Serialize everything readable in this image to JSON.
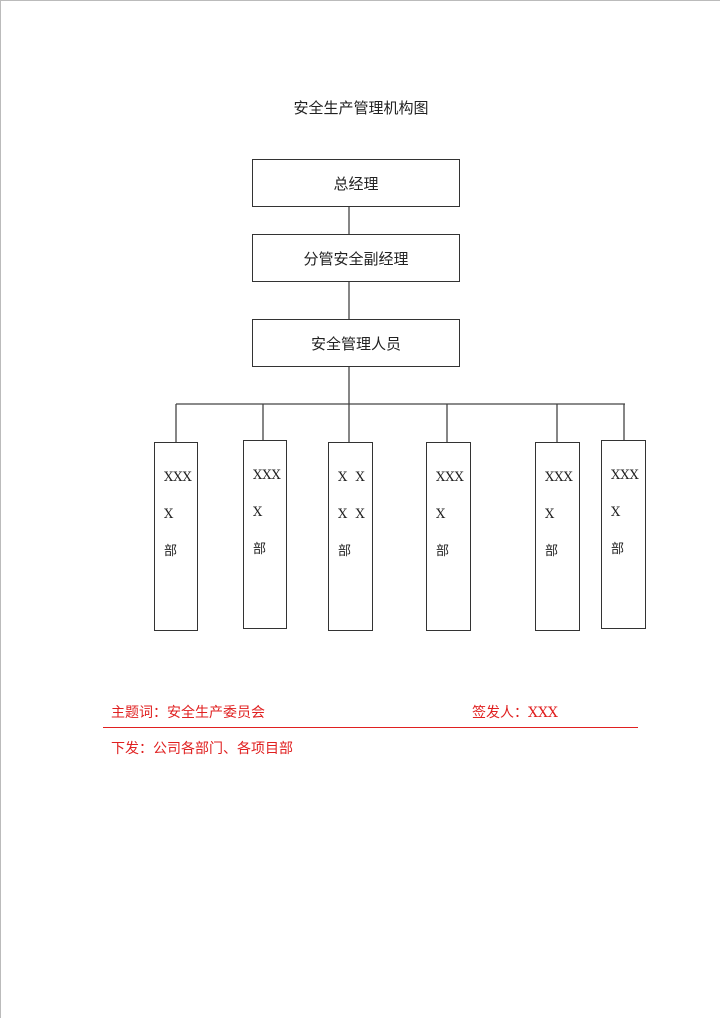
{
  "title": "安全生产管理机构图",
  "chart": {
    "level1": "总经理",
    "level2": "分管安全副经理",
    "level3": "安全管理人员",
    "departments": [
      {
        "line1": "XXX",
        "line2": "X",
        "line3": "部"
      },
      {
        "line1": "XXX",
        "line2": "X",
        "line3": "部"
      },
      {
        "line1": "X  X",
        "line2": "X  X",
        "line3": "部"
      },
      {
        "line1": "XXX",
        "line2": "X",
        "line3": "部"
      },
      {
        "line1": "XXX",
        "line2": "X",
        "line3": "部"
      },
      {
        "line1": "XXX",
        "line2": "X",
        "line3": "部"
      }
    ]
  },
  "footer": {
    "subject": "主题词：安全生产委员会",
    "issuer": "签发人：XXX",
    "distribution": "下发：公司各部门、各项目部"
  },
  "colors": {
    "accent": "#e02020"
  }
}
